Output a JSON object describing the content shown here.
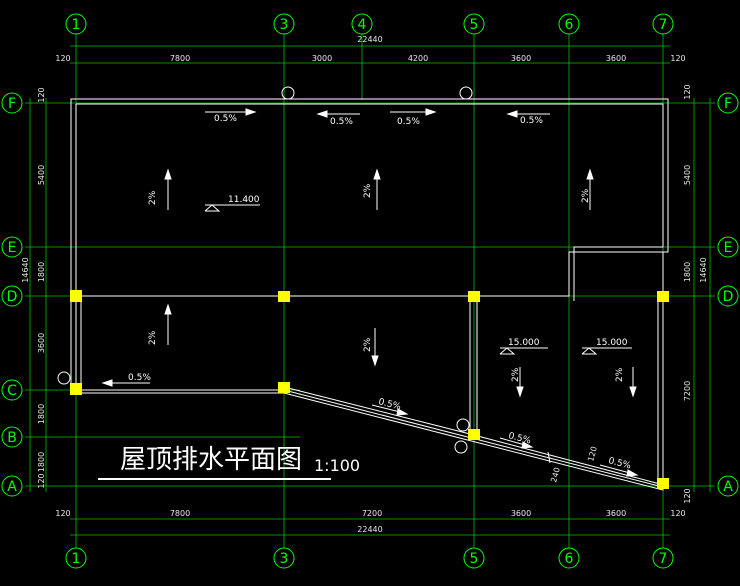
{
  "title": "屋顶排水平面图",
  "scale": "1:100",
  "axes_top": [
    "1",
    "3",
    "4",
    "5",
    "6",
    "7"
  ],
  "axes_bottom": [
    "1",
    "3",
    "5",
    "6",
    "7"
  ],
  "axes_left": [
    "F",
    "E",
    "D",
    "C",
    "B",
    "A"
  ],
  "axes_right": [
    "F",
    "E",
    "D",
    "A"
  ],
  "dims_top": {
    "overall": "22440",
    "segments": [
      "120",
      "7800",
      "3000",
      "4200",
      "3600",
      "3600",
      "120"
    ]
  },
  "dims_bottom": {
    "overall": "22440",
    "segments": [
      "120",
      "7800",
      "7200",
      "3600",
      "3600",
      "120"
    ]
  },
  "dims_left": {
    "overall": "14640",
    "segments": [
      "120",
      "5400",
      "1800",
      "3600",
      "1800",
      "1800",
      "120"
    ]
  },
  "dims_right": {
    "overall": "14640",
    "segments": [
      "120",
      "5400",
      "1800",
      "7200",
      "120"
    ]
  },
  "slopes": {
    "top_1": "0.5%",
    "top_2": "0.5%",
    "top_3": "0.5%",
    "top_4": "0.5%",
    "v1": "2%",
    "v2": "2%",
    "v3": "2%",
    "v4": "2%",
    "v5": "2%",
    "v6": "2%",
    "v7": "2%",
    "left_low": "0.5%",
    "diag_1": "0.5%",
    "diag_2": "0.5%",
    "diag_3": "0.5%"
  },
  "elevations": {
    "e1": "11.400",
    "e2": "15.000",
    "e3": "15.000"
  },
  "wall_dims": {
    "w1": "120",
    "w2": "240"
  },
  "colors": {
    "background": "#000000",
    "axis": "#00ff00",
    "wall": "#ffffff",
    "column": "#ffff00",
    "text": "#ffffff"
  }
}
